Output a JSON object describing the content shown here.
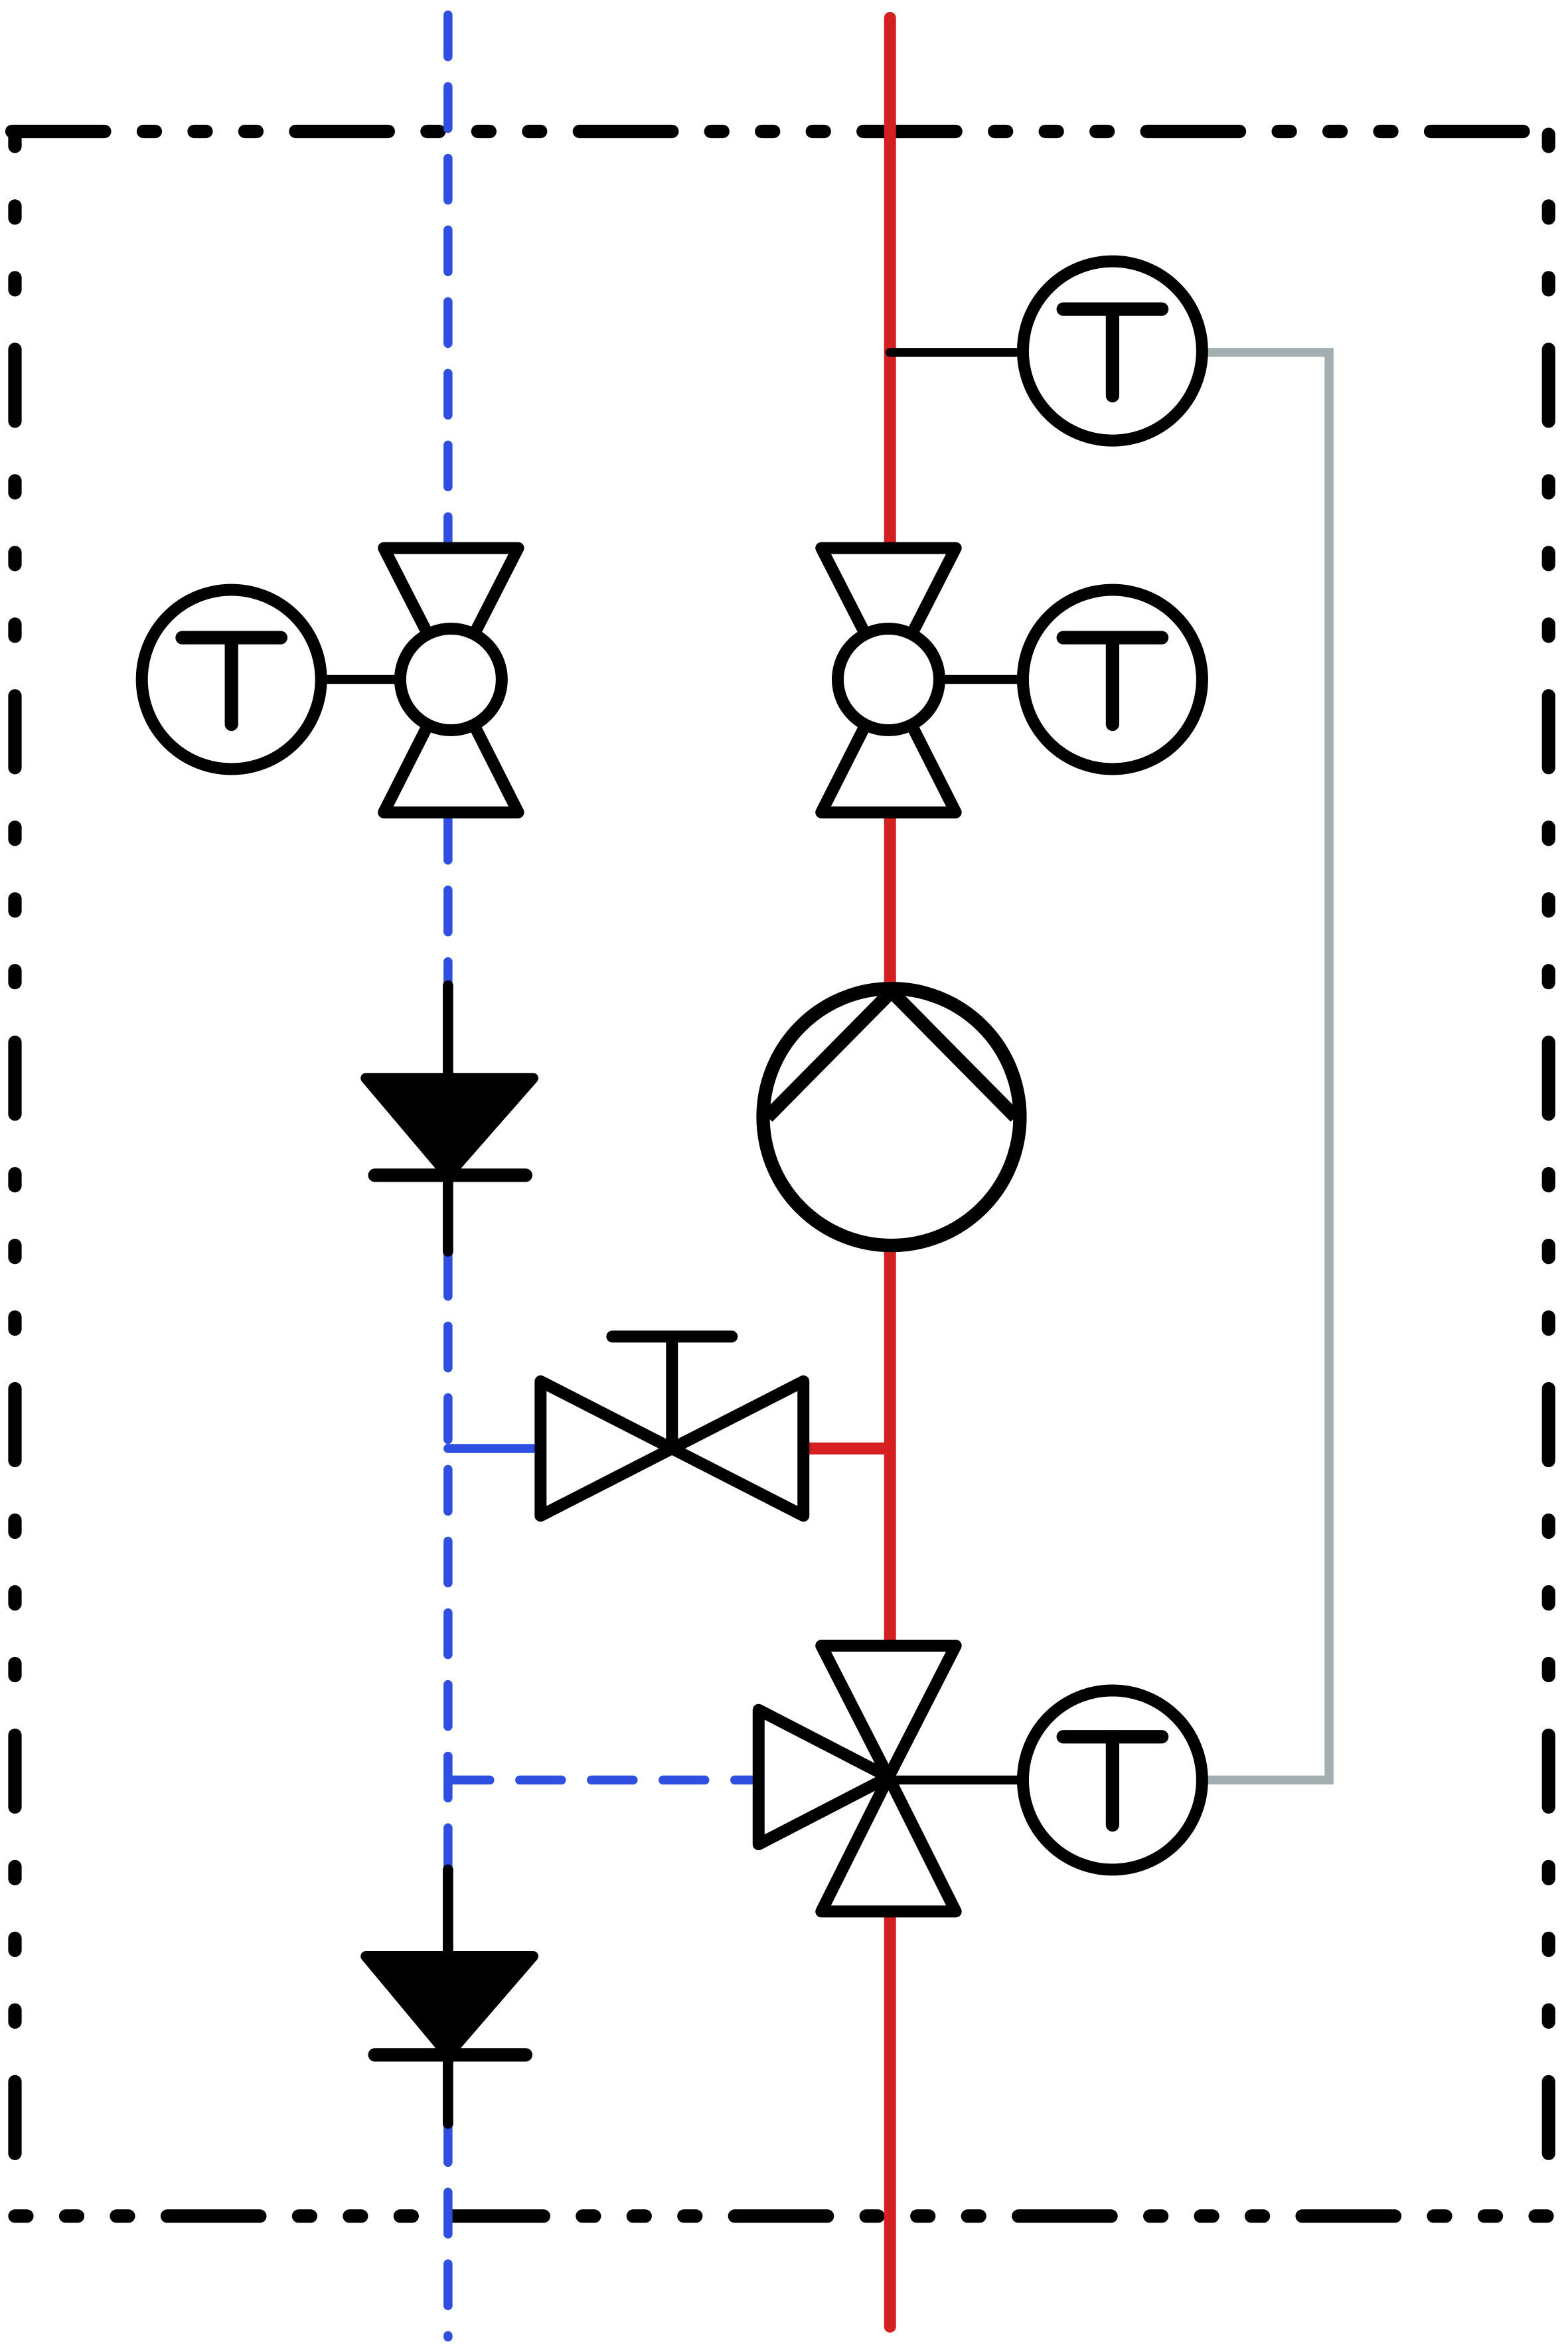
{
  "diagram": {
    "colors": {
      "outline": "#000000",
      "cold_line": "#2f4fe0",
      "hot_line": "#d42020",
      "signal_line": "#a3aeb1",
      "background": "#ffffff"
    },
    "sensors": [
      {
        "id": "supply-top",
        "label": "T"
      },
      {
        "id": "cold-isolation",
        "label": "T"
      },
      {
        "id": "hot-isolation",
        "label": "T"
      },
      {
        "id": "mixing-valve",
        "label": "T"
      }
    ],
    "components": [
      "cold-isolation-valve-with-sensor-port",
      "hot-isolation-valve-with-sensor-port",
      "check-valve-upper",
      "circulation-pump",
      "bypass-gate-valve",
      "three-way-mixing-valve",
      "check-valve-lower"
    ]
  }
}
